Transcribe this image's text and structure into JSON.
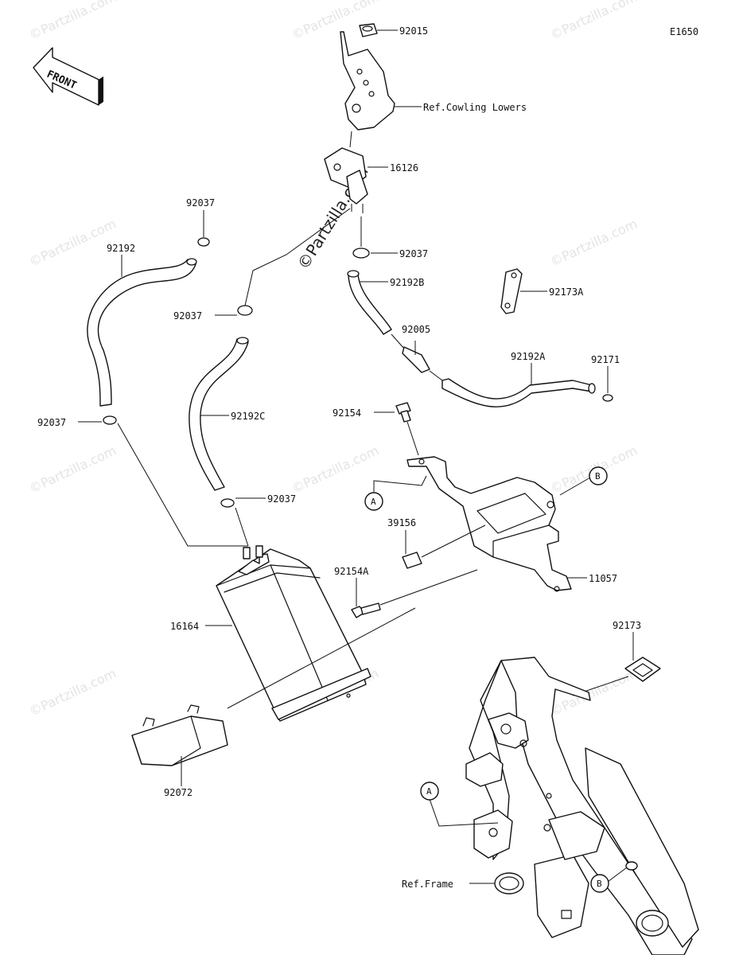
{
  "diagram": {
    "code": "E1650",
    "front_label": "FRONT",
    "watermark": "©Partzilla.com",
    "parts": {
      "p92015": "92015",
      "ref_cowling": "Ref.Cowling Lowers",
      "p16126": "16126",
      "p92037_top": "92037",
      "p92037_mid": "92037",
      "p92037_left": "92037",
      "p92037_low": "92037",
      "p92037_bottom": "92037",
      "p92192": "92192",
      "p92192b": "92192B",
      "p92173a": "92173A",
      "p92005": "92005",
      "p92192a": "92192A",
      "p92171": "92171",
      "p92192c": "92192C",
      "p92154": "92154",
      "callout_b1": "B",
      "callout_a1": "A",
      "p39156": "39156",
      "p92154a": "92154A",
      "p11057": "11057",
      "p16164": "16164",
      "p92173": "92173",
      "p92072": "92072",
      "callout_a2": "A",
      "ref_frame": "Ref.Frame",
      "callout_b2": "B"
    }
  }
}
